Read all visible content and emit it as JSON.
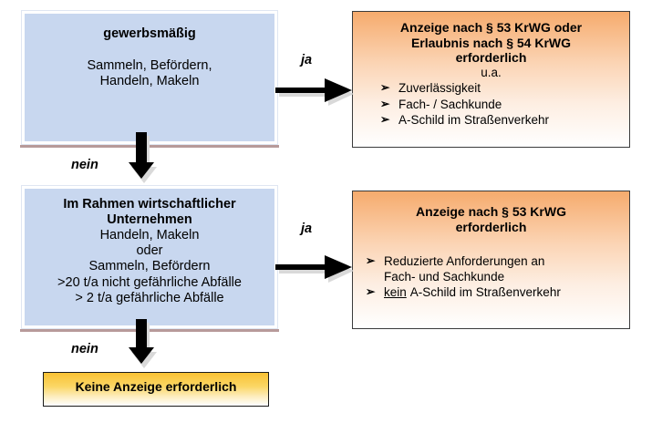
{
  "diagram": {
    "title": "Abfallrecht Anzeige-/Erlaubnispflicht Entscheidungsbaum",
    "background_color": "#ffffff",
    "colors": {
      "condition_fill": "#c8d7ef",
      "condition_underline": "#b79a9a",
      "result_fill_top": "#f6ab6d",
      "terminal_fill_top": "#f9c133",
      "arrow_fill": "#000000",
      "arrow_shadow": "#d9d9d9"
    }
  },
  "nodes": {
    "condition1": {
      "name": "gewerbsmaessig",
      "heading": "gewerbsmäßig",
      "line1": "Sammeln, Befördern,",
      "line2": "Handeln, Makeln"
    },
    "result1": {
      "name": "anzeige-53-oder-erlaubnis-54",
      "heading_line1": "Anzeige nach § 53 KrWG oder",
      "heading_line2": "Erlaubnis nach § 54 KrWG",
      "heading_line3": "erforderlich",
      "note": "u.a.",
      "bullets": [
        "Zuverlässigkeit",
        "Fach- / Sachkunde",
        "A-Schild im Straßenverkehr"
      ]
    },
    "condition2": {
      "name": "im-rahmen-wirtschaftlicher-unternehmen",
      "heading_line1": "Im Rahmen wirtschaftlicher",
      "heading_line2": "Unternehmen",
      "line1": "Handeln, Makeln",
      "line2": "oder",
      "line3": "Sammeln, Befördern",
      "line4": ">20 t/a nicht gefährliche Abfälle",
      "line5": "> 2 t/a gefährliche Abfälle"
    },
    "result2": {
      "name": "anzeige-53-reduziert",
      "heading_line1": "Anzeige nach § 53 KrWG",
      "heading_line2": "erforderlich",
      "bullets": [
        {
          "line1": "Reduzierte Anforderungen an",
          "line2": "Fach- und Sachkunde",
          "underline": ""
        },
        {
          "line1": "A-Schild im Straßenverkehr",
          "line2": "",
          "underline": "kein"
        }
      ]
    },
    "terminal": {
      "name": "keine-anzeige-erforderlich",
      "label": "Keine Anzeige erforderlich"
    }
  },
  "edges": {
    "yes1": {
      "label": "ja",
      "direction": "right"
    },
    "no1": {
      "label": "nein",
      "direction": "down"
    },
    "yes2": {
      "label": "ja",
      "direction": "right"
    },
    "no2": {
      "label": "nein",
      "direction": "down"
    }
  },
  "icons": {
    "bullet": "➢",
    "arrow_right": "right-block-arrow-icon",
    "arrow_down": "down-block-arrow-icon"
  }
}
